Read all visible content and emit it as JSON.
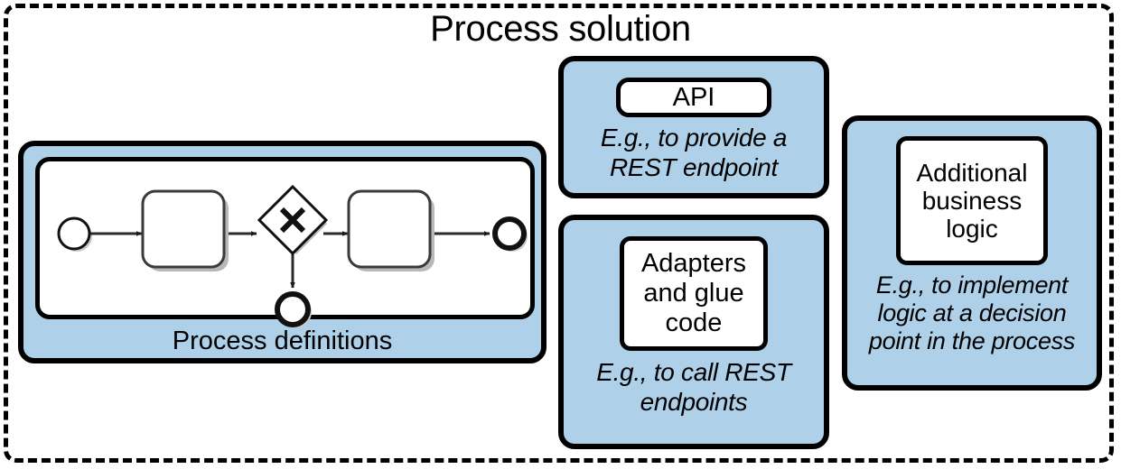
{
  "diagram": {
    "title": "Process solution",
    "outer_border_style": "dashed",
    "colors": {
      "card_fill": "#aed1e9",
      "stroke": "#000000",
      "inner_fill": "#ffffff",
      "background": "#ffffff"
    }
  },
  "cards": {
    "process_definitions": {
      "caption": "Process definitions",
      "inner_kind": "bpmn-diagram"
    },
    "api": {
      "label": "API",
      "note": "E.g., to provide a\nREST endpoint"
    },
    "adapters": {
      "label": "Adapters\nand glue\ncode",
      "note": "E.g., to call REST\nendpoints"
    },
    "additional_business_logic": {
      "label": "Additional\nbusiness\nlogic",
      "note": "E.g., to implement\nlogic at a decision\npoint in the process"
    }
  },
  "bpmn": {
    "elements": [
      {
        "id": "start-event",
        "type": "start-event",
        "shape": "circle-thin"
      },
      {
        "id": "task-1",
        "type": "task",
        "shape": "rounded-rect"
      },
      {
        "id": "gateway-1",
        "type": "exclusive-gateway",
        "shape": "diamond-x"
      },
      {
        "id": "task-2",
        "type": "task",
        "shape": "rounded-rect"
      },
      {
        "id": "end-event-1",
        "type": "end-event",
        "shape": "circle-thick"
      },
      {
        "id": "end-event-2",
        "type": "end-event",
        "shape": "circle-thick"
      }
    ],
    "flows": [
      {
        "from": "start-event",
        "to": "task-1"
      },
      {
        "from": "task-1",
        "to": "gateway-1"
      },
      {
        "from": "gateway-1",
        "to": "task-2"
      },
      {
        "from": "task-2",
        "to": "end-event-1"
      },
      {
        "from": "gateway-1",
        "to": "end-event-2"
      }
    ]
  }
}
